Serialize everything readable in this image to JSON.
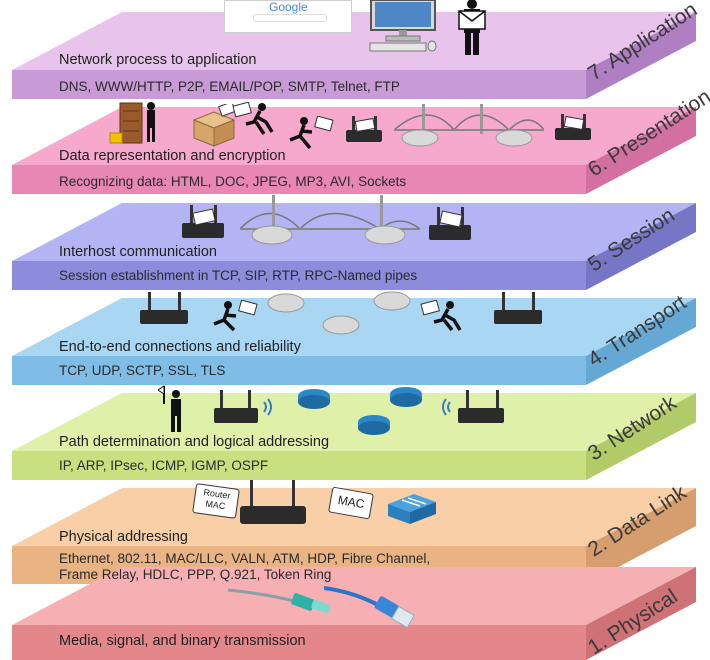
{
  "layers": [
    {
      "name": "7. Application",
      "description": "Network process to application",
      "protocols": [
        "DNS, WWW/HTTP, P2P, EMAIL/POP, SMTP, Telnet, FTP"
      ],
      "colors": {
        "top": "#e8c4ec",
        "front": "#c89ad6",
        "side": "#b07fc3"
      }
    },
    {
      "name": "6. Presentation",
      "description": "Data representation and encryption",
      "protocols": [
        "Recognizing data: HTML, DOC, JPEG, MP3, AVI, Sockets"
      ],
      "colors": {
        "top": "#f6a9cd",
        "front": "#e887b4",
        "side": "#d2719f"
      }
    },
    {
      "name": "5. Session",
      "description": "Interhost communication",
      "protocols": [
        "Session establishment in TCP, SIP, RTP, RPC-Named pipes"
      ],
      "colors": {
        "top": "#b4b3f4",
        "front": "#8d8cdc",
        "side": "#7776c6"
      }
    },
    {
      "name": "4. Transport",
      "description": "End-to-end connections and reliability",
      "protocols": [
        "TCP, UDP, SCTP, SSL, TLS"
      ],
      "colors": {
        "top": "#a9d6f3",
        "front": "#7fbde6",
        "side": "#66a8d4"
      }
    },
    {
      "name": "3. Network",
      "description": "Path determination and logical addressing",
      "protocols": [
        "IP, ARP, IPsec, ICMP, IGMP, OSPF"
      ],
      "colors": {
        "top": "#dff0a9",
        "front": "#c8e07f",
        "side": "#b2cb69"
      }
    },
    {
      "name": "2. Data Link",
      "description": "Physical addressing",
      "protocols": [
        "Ethernet, 802.11, MAC/LLC, VALN, ATM, HDP, Fibre Channel,",
        "Frame Relay, HDLC,  PPP, Q.921, Token Ring"
      ],
      "colors": {
        "top": "#f8cfa6",
        "front": "#eab384",
        "side": "#d69e6f"
      }
    },
    {
      "name": "1. Physical",
      "description": "Media, signal, and binary transmission",
      "protocols": [],
      "colors": {
        "top": "#f6b0b3",
        "front": "#e4878b",
        "side": "#cf7276"
      }
    }
  ],
  "icons": {
    "google_logo": "Google",
    "router_mac_label": "Router MAC",
    "mac_label": "MAC"
  }
}
